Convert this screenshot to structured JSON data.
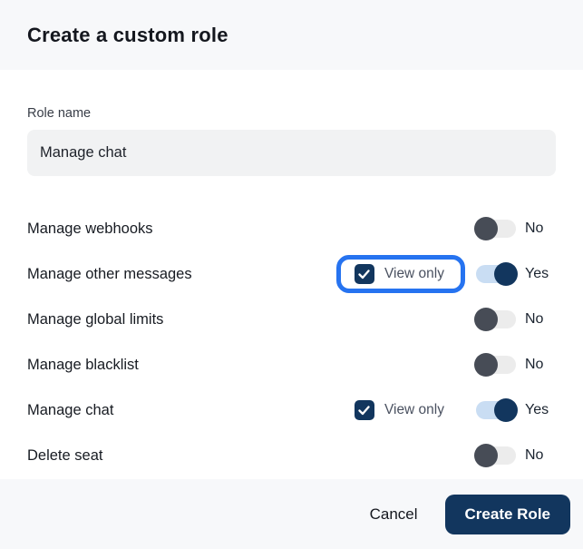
{
  "modal": {
    "title": "Create a custom role",
    "colors": {
      "navy": "#12365e",
      "highlight_blue": "#2673f0",
      "toggle_on_track": "#c9ddf3",
      "toggle_off_track": "#ececec",
      "toggle_off_knob": "#474c56",
      "header_footer_bg": "#f7f8fa",
      "input_bg": "#f1f2f3"
    }
  },
  "form": {
    "role_name_label": "Role name",
    "role_name_value": "Manage chat"
  },
  "permissions": {
    "view_only_label": "View only",
    "on_label": "Yes",
    "off_label": "No",
    "rows": [
      {
        "label": "Manage webhooks",
        "state": "No",
        "view_only": false,
        "highlighted": false
      },
      {
        "label": "Manage other messages",
        "state": "Yes",
        "view_only": true,
        "highlighted": true
      },
      {
        "label": "Manage global limits",
        "state": "No",
        "view_only": false,
        "highlighted": false
      },
      {
        "label": "Manage blacklist",
        "state": "No",
        "view_only": false,
        "highlighted": false
      },
      {
        "label": "Manage chat",
        "state": "Yes",
        "view_only": true,
        "highlighted": false
      },
      {
        "label": "Delete seat",
        "state": "No",
        "view_only": false,
        "highlighted": false
      }
    ]
  },
  "footer": {
    "cancel_label": "Cancel",
    "create_label": "Create Role"
  }
}
